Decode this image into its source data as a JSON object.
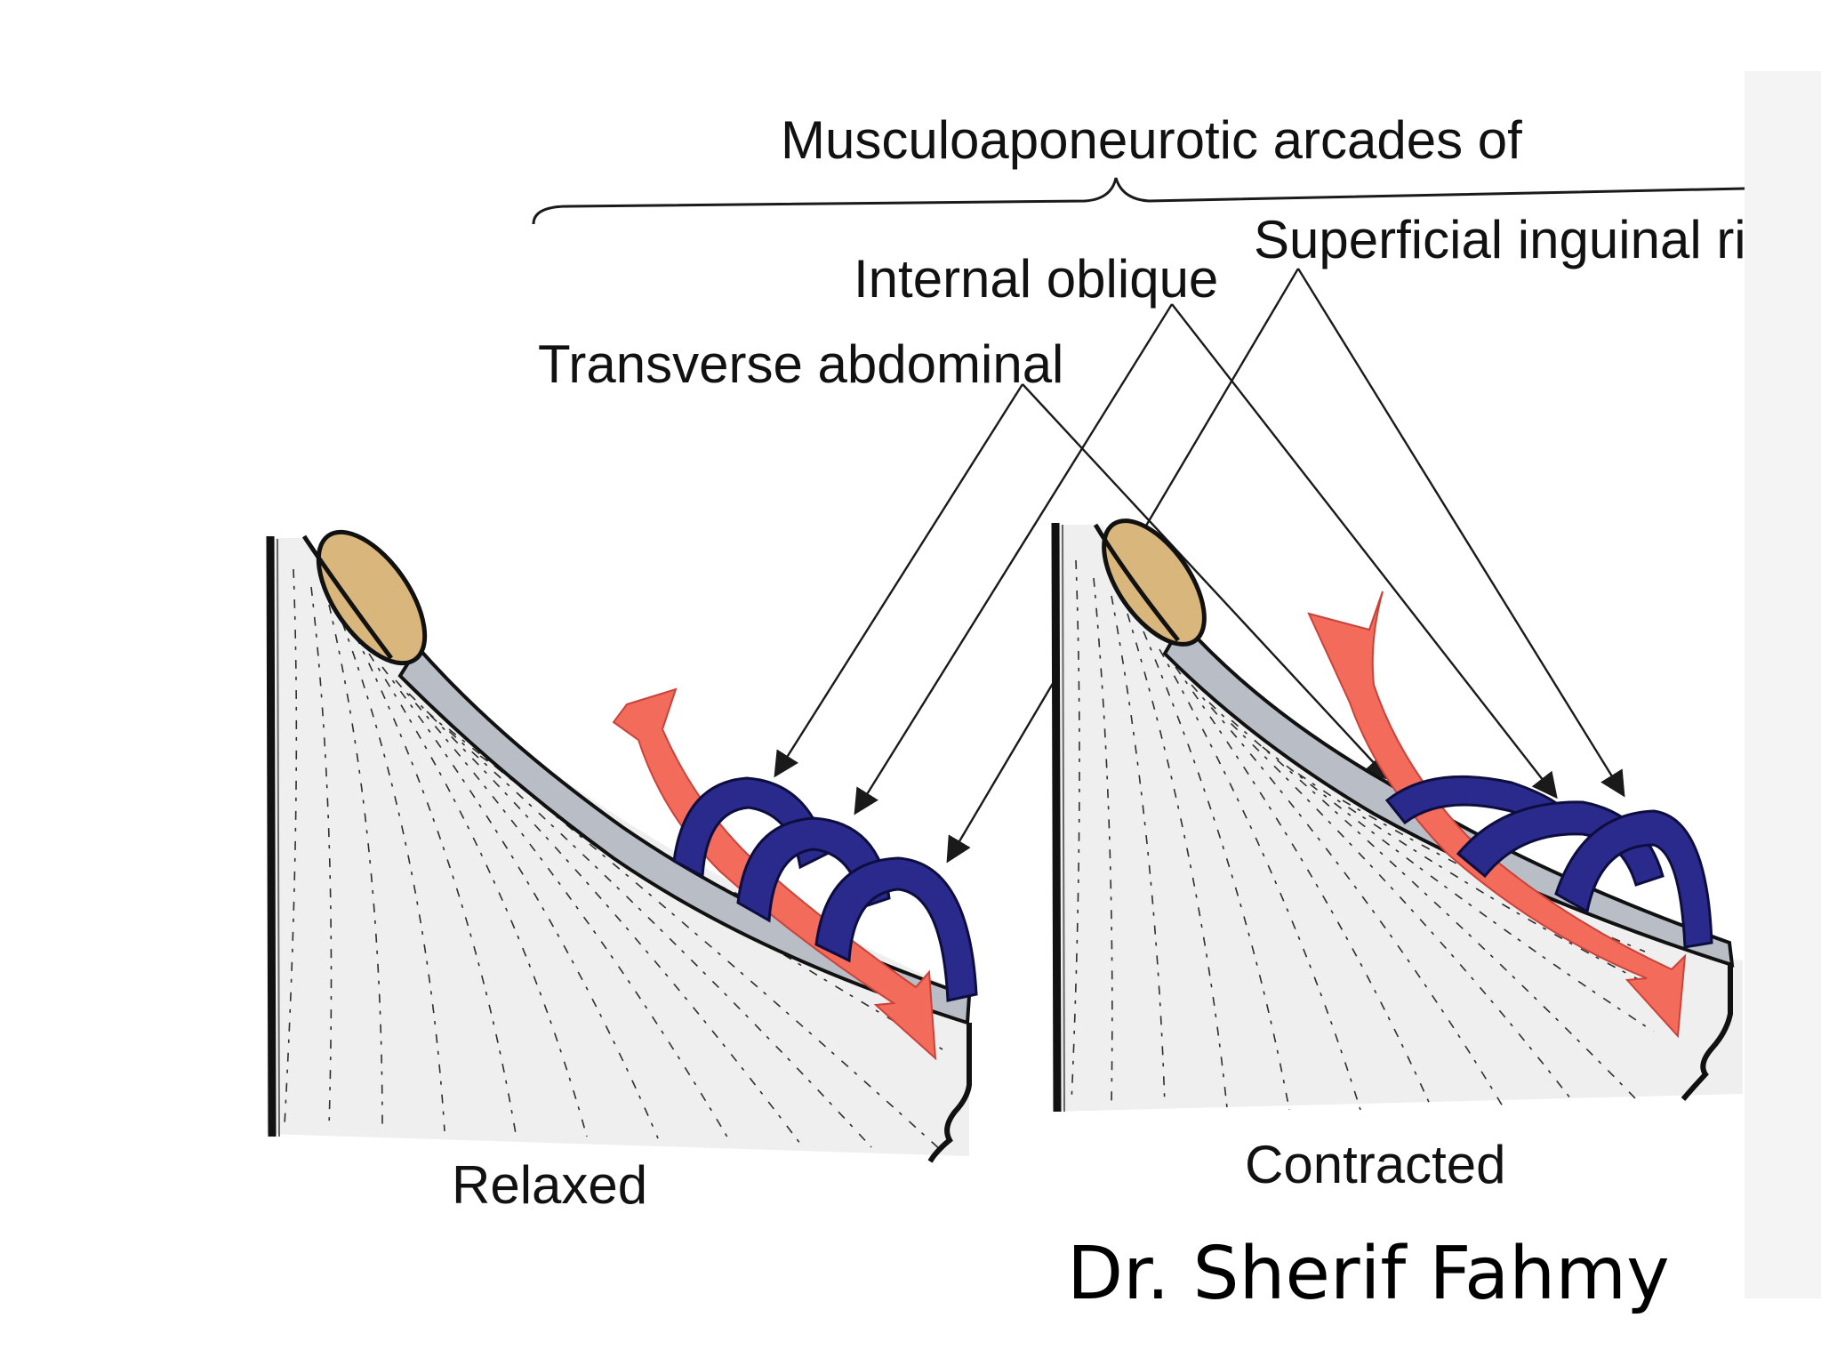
{
  "figure": {
    "header_label": "Musculoaponeurotic arcades of",
    "labels": {
      "superficial_ring": "Superficial inguinal ri",
      "internal_oblique": "Internal oblique",
      "transverse_abdominal": "Transverse abdominal"
    },
    "panels": [
      {
        "caption": "Relaxed"
      },
      {
        "caption": "Contracted"
      }
    ],
    "credit": "Dr. Sherif Fahmy"
  },
  "colors": {
    "arcade_band": "#2a2a8c",
    "arrow_cord": "#f26b5b",
    "aponeurosis": "#b9bec6",
    "bone": "#d9b77c",
    "muscle_fill": "#efefef"
  }
}
